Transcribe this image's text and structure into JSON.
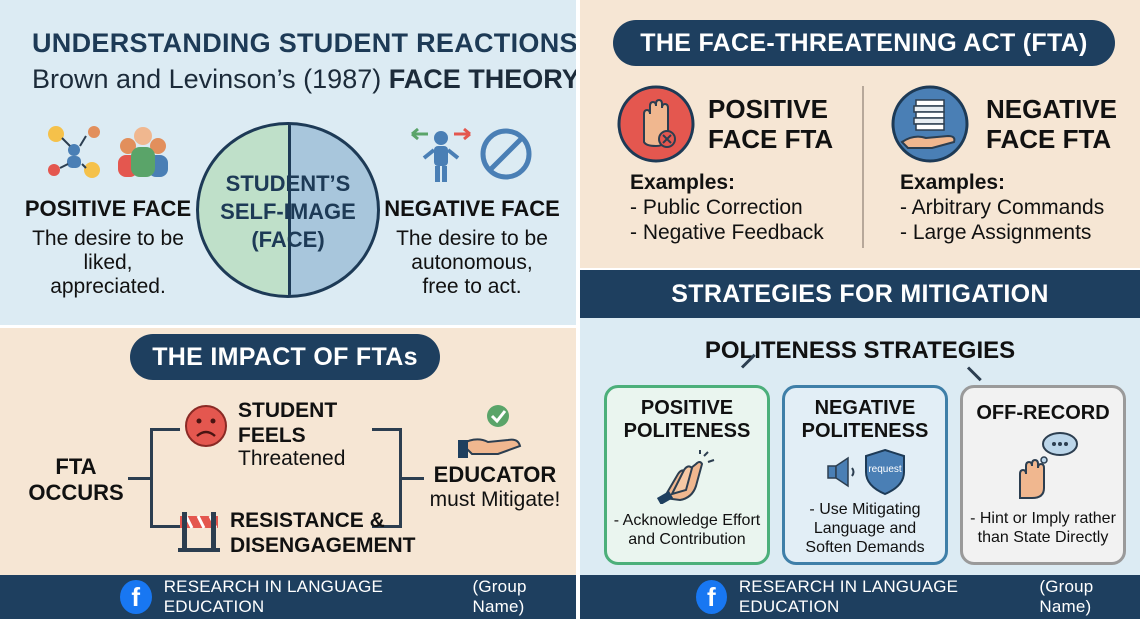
{
  "face_theory": {
    "title": "UNDERSTANDING STUDENT REACTIONS:",
    "subtitle_plain": "Brown and Levinson’s (1987)",
    "subtitle_bold": "FACE THEORY",
    "circle": [
      "STUDENT’S",
      "SELF-IMAGE",
      "(FACE)"
    ],
    "positive": {
      "heading": "POSITIVE FACE",
      "lines": [
        "The desire to be",
        "liked,",
        "appreciated."
      ]
    },
    "negative": {
      "heading": "NEGATIVE FACE",
      "lines": [
        "The desire to be",
        "autonomous,",
        "free to act."
      ]
    }
  },
  "impact": {
    "title": "THE IMPACT OF FTAs",
    "fta_occurs": [
      "FTA",
      "OCCURS"
    ],
    "student_feels": [
      "STUDENT",
      "FEELS"
    ],
    "threatened": "Threatened",
    "resistance": [
      "RESISTANCE &",
      "DISENGAGEMENT"
    ],
    "educator": "EDUCATOR",
    "must_mitigate": "must Mitigate!"
  },
  "fta": {
    "title": "THE FACE-THREATENING ACT (FTA)",
    "positive": {
      "heading": [
        "POSITIVE",
        "FACE FTA"
      ],
      "examples_label": "Examples:",
      "examples": [
        "- Public Correction",
        "- Negative Feedback"
      ]
    },
    "negative": {
      "heading": [
        "NEGATIVE",
        "FACE FTA"
      ],
      "examples_label": "Examples:",
      "examples": [
        "- Arbitrary Commands",
        "- Large Assignments"
      ]
    }
  },
  "strategies": {
    "title": "STRATEGIES FOR MITIGATION",
    "politeness_title": "POLITENESS STRATEGIES",
    "cards": [
      {
        "heading": [
          "POSITIVE",
          "POLITENESS"
        ],
        "text": [
          "- Acknowledge Effort",
          "and Contribution"
        ]
      },
      {
        "heading": [
          "NEGATIVE",
          "POLITENESS"
        ],
        "badge": "request",
        "text": [
          "- Use Mitigating",
          "Language and",
          "Soften Demands"
        ]
      },
      {
        "heading": [
          "OFF-RECORD"
        ],
        "text": [
          "- Hint or Imply rather",
          "than State Directly"
        ]
      }
    ]
  },
  "footer": {
    "left": "RESEARCH IN LANGUAGE EDUCATION",
    "left_tail": "(Group Name)",
    "right": "RESEARCH IN LANGUAGE EDUCATION",
    "right_tail": "(Group Name)",
    "fb_glyph": "f"
  },
  "colors": {
    "navy": "#1e3f5f",
    "light_blue_bg": "#dcebf3",
    "beige_bg": "#f6e6d4",
    "green_card": "#4caf7a",
    "blue_card": "#3f7fa8",
    "gray_card": "#9a9a9a",
    "red_icon": "#e4574f"
  }
}
